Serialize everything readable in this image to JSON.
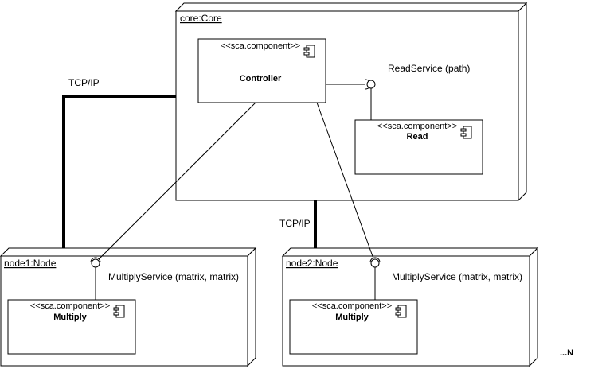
{
  "core_node": {
    "name": "core:Core"
  },
  "node1": {
    "name": "node1:Node"
  },
  "node2": {
    "name": "node2:Node"
  },
  "controller": {
    "stereotype": "<<sca.component>>",
    "name": "Controller"
  },
  "read": {
    "stereotype": "<<sca.component>>",
    "name": "Read"
  },
  "multiply1": {
    "stereotype": "<<sca.component>>",
    "name": "Multiply"
  },
  "multiply2": {
    "stereotype": "<<sca.component>>",
    "name": "Multiply"
  },
  "interfaces": {
    "read_service": "ReadService (path)",
    "multiply_service_1": "MultiplyService (matrix, matrix)",
    "multiply_service_2": "MultiplyService (matrix, matrix)"
  },
  "connections": {
    "tcp_left": "TCP/IP",
    "tcp_right": "TCP/IP"
  },
  "more_nodes_label": "...N"
}
